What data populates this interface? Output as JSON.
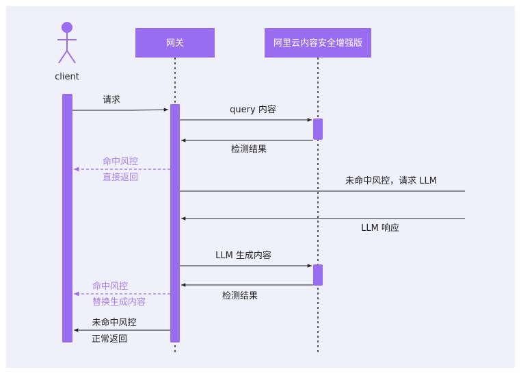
{
  "participants": {
    "client": "client",
    "gateway": "网关",
    "security": "阿里云内容安全增强版"
  },
  "messages": {
    "m1": "请求",
    "m2": "query 内容",
    "m3": "检测结果",
    "m4_line1": "命中风控",
    "m4_line2": "直接返回",
    "m5": "未命中风控，请求 LLM",
    "m6": "LLM 响应",
    "m7": "LLM 生成内容",
    "m8": "检测结果",
    "m9_line1": "命中风控",
    "m9_line2": "替换生成内容",
    "m10_line1": "未命中风控",
    "m10_line2": "正常返回"
  },
  "colors": {
    "background": "#eff0fa",
    "accent": "#9a6cf0",
    "muted_text": "#a77fe8",
    "line": "#222222"
  }
}
